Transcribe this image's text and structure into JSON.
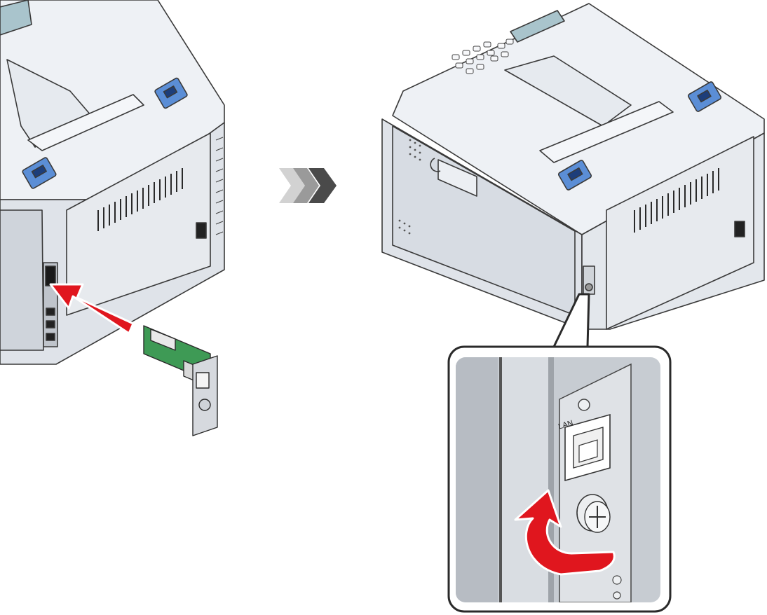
{
  "figure": {
    "step_left": "insert-lan-card-into-slot",
    "step_right": "tighten-thumbscrew",
    "arrow_icon": "triple-chevron-right-icon",
    "insert_arrow_color": "#e0161e",
    "rotate_arrow_color": "#e0161e",
    "card_pcb_color": "#3e9a55",
    "printer_body_color": "#e4e8ee",
    "latch_color": "#5b8ed6"
  },
  "callout": {
    "port_label": "LAN"
  }
}
